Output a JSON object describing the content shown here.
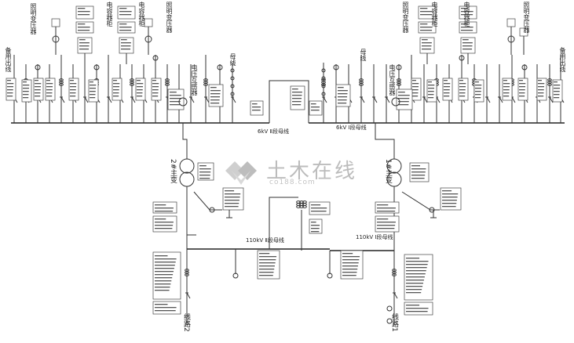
{
  "labels": {
    "top_left": [
      "照明变压器",
      "电容器柜",
      "电容器柜",
      "照明变压器",
      "备用出线"
    ],
    "top_right": [
      "电容器柜",
      "电容器柜",
      "照明变压器",
      "照明变压器",
      "备用出线"
    ],
    "pt_left": "电压互感器",
    "pt_right": "电压互感器",
    "busbar_left": "母线",
    "busbar_right": "母线",
    "bus_6kv_left": "6kV Ⅱ段母线",
    "bus_6kv_right": "6kV Ⅰ段母线",
    "transformer_left": "2#主变",
    "transformer_right": "1#主变",
    "bus_110kv_left": "110kV Ⅱ段母线",
    "bus_110kv_right": "110kV Ⅰ段母线",
    "incoming_left": "线路2",
    "incoming_right": "线路1"
  },
  "watermark": {
    "text": "土木在线",
    "sub": "co188.com"
  }
}
